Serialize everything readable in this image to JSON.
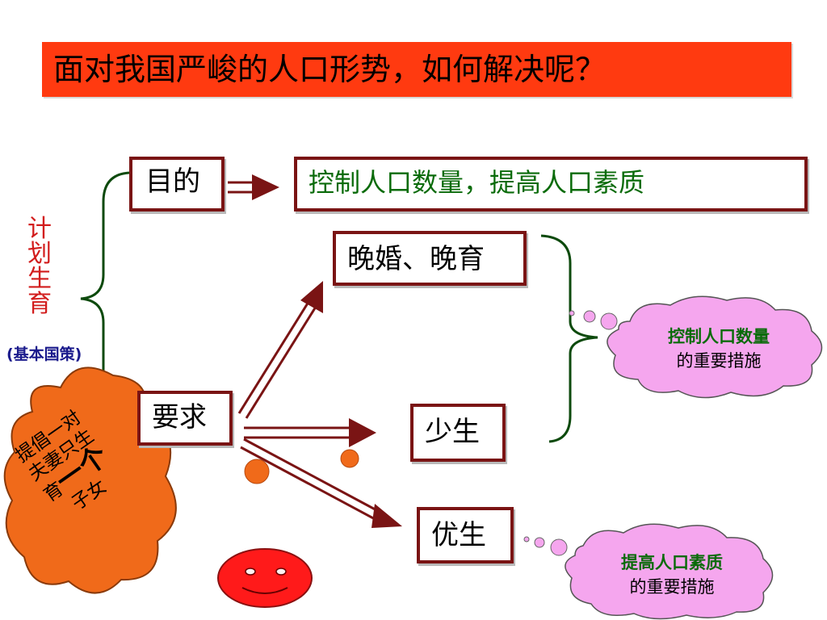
{
  "title": "面对我国严峻的人口形势，如何解决呢？",
  "left_label": "计划生育",
  "left_note": "(基本国策)",
  "goal": {
    "label": "目的",
    "content": "控制人口数量，提高人口素质"
  },
  "requirement": {
    "label": "要求"
  },
  "late_marriage": "晚婚、晚育",
  "fewer_births": "少生",
  "better_births": "优生",
  "cloud_quantity": {
    "line1": "控制人口数量",
    "line2": "的重要措施"
  },
  "cloud_quality": {
    "line1": "提高人口素质",
    "line2": "的重要措施"
  },
  "slogan": {
    "line1": "提倡一对",
    "line2": "夫妻只生",
    "line3_pre": "育",
    "line3_big": "一个",
    "line4": "子女"
  },
  "colors": {
    "banner": "#ff3a10",
    "box_border": "#7a1414",
    "arrow": "#7a1414",
    "accent_red": "#d21c1c",
    "note_blue": "#1a1a8c",
    "cloud_pink": "#f5a6ee",
    "blob_orange": "#f06a1a",
    "brace_green": "#0d4a0d"
  }
}
